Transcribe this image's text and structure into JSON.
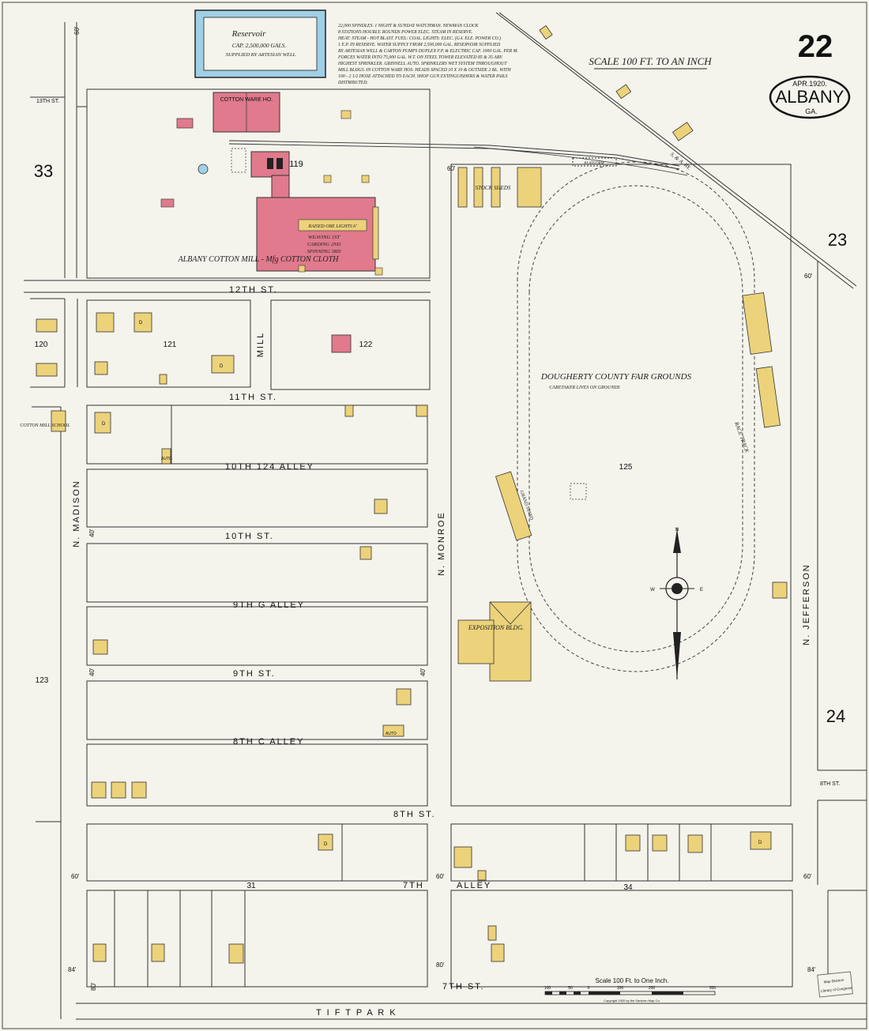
{
  "sheet": {
    "page_number": "22",
    "city": "ALBANY",
    "state": "GA.",
    "date": "APR.1920.",
    "scale_top": "SCALE 100 FT. TO AN INCH",
    "scale_bottom": "Scale 100 Ft. to One Inch.",
    "scale_ticks": [
      "100",
      "50",
      "0",
      "100",
      "200",
      "300"
    ],
    "copyright": "Copyright 1920 by the Sanborn Map Co.",
    "stamp": [
      "Map Division",
      "Library of Congress"
    ]
  },
  "reservoir": {
    "title": "Reservoir",
    "line1": "CAP. 2,500,000 GALS.",
    "line2": "SUPPLIED BY ARTESIAN WELL"
  },
  "mill_notes": [
    "22,000 SPINDLES. 1 NIGHT & SUNDAY WATCHMAN. NEWMAN CLOCK",
    "8 STATIONS HOURLY. ROUNDS POWER ELEC. STEAM IN RESERVE.",
    "HEAT: STEAM - HOT BLAST. FUEL: COAL. LIGHTS: ELEC. (GA. ELE. POWER CO.)",
    "1 E.P. IN RESERVE. WATER SUPPLY FROM 2,500,000 GAL. RESERVOIR SUPPLIED",
    "BY ARTESIAN WELL & CARTON PUMPS DUPLEX F.P. & ELECTRIC CAP. 1000 GAL. PER M.",
    "FORCES WATER INTO 75,000 GAL. W.T. ON STEEL TOWER ELEVATED 85 & 35 ABV.",
    "HIGHEST SPRINKLER. GRINNELL AUTO. SPRINKLERS WET SYSTEM THROUGHOUT",
    "MILL BLDGS. IN COTTON WARE HOS. HEADS SPACED 10 X 10 & OUTSIDE 2 BL. WITH",
    "100 - 2 1/2 HOSE ATTACHED TO EACH. SHOP GUN EXTINGUISHERS & WATER PAILS",
    "DISTRIBUTED."
  ],
  "block_numbers": {
    "b33": "33",
    "b23": "23",
    "b24": "24",
    "b123": "123",
    "b120": "120",
    "b121": "121",
    "b122": "122",
    "b119": "119",
    "b124": "124",
    "b125": "125",
    "b31": "31",
    "b34": "34"
  },
  "streets": {
    "s13": "13TH ST.",
    "s12": "12TH ST.",
    "s11": "11TH ST.",
    "s10alley": "10TH 124 ALLEY",
    "s10": "10TH ST.",
    "s9alley": "9TH G ALLEY",
    "s9": "9TH ST.",
    "s8alley": "8TH C ALLEY",
    "s8": "8TH ST.",
    "s8short": "8TH ST.",
    "s7alley_a": "7TH",
    "s7alley_b": "ALLEY",
    "s7": "7TH ST.",
    "madison": "N. MADISON",
    "monroe": "N. MONROE",
    "jefferson": "N. JEFFERSON",
    "mill": "MILL",
    "tift": "T I F T   P A R K"
  },
  "places": {
    "mill_name": "ALBANY COTTON MILL - Mfg COTTON CLOTH",
    "cotton_warehouse": "COTTON WARE HO.",
    "weaving": "WEAVING 1ST",
    "carding": "CARDING 2ND",
    "spinning": "SPINNING 3RD",
    "raised": "RAISED OBE LIGHTS 6'",
    "school": "COTTON MILL SCHOOL",
    "fairgrounds": "DOUGHERTY COUNTY FAIR GROUNDS",
    "caretaker": "CARETAKER LIVES ON GROUNDS",
    "race_track": "RACE TRACK",
    "stock_sheds": "STOCK SHEDS",
    "grandstand": "GRAND STAND",
    "exposition": "EXPOSITION BLDG.",
    "platform": "PLATFORM",
    "railroad": "S. & A. RY."
  },
  "marks": {
    "dwelling": "D",
    "auto": "AUTO",
    "feet60": "60'",
    "feet40": "40'",
    "feet80": "80'",
    "feet84": "84'",
    "compass_n": "N",
    "compass_e": "E",
    "compass_w": "W"
  },
  "colors": {
    "paper": "#f4f3ec",
    "brick_pink": "#e07a8c",
    "frame_yellow": "#ecd27a",
    "reservoir_blue": "#9fd0e6",
    "ink": "#222222"
  }
}
